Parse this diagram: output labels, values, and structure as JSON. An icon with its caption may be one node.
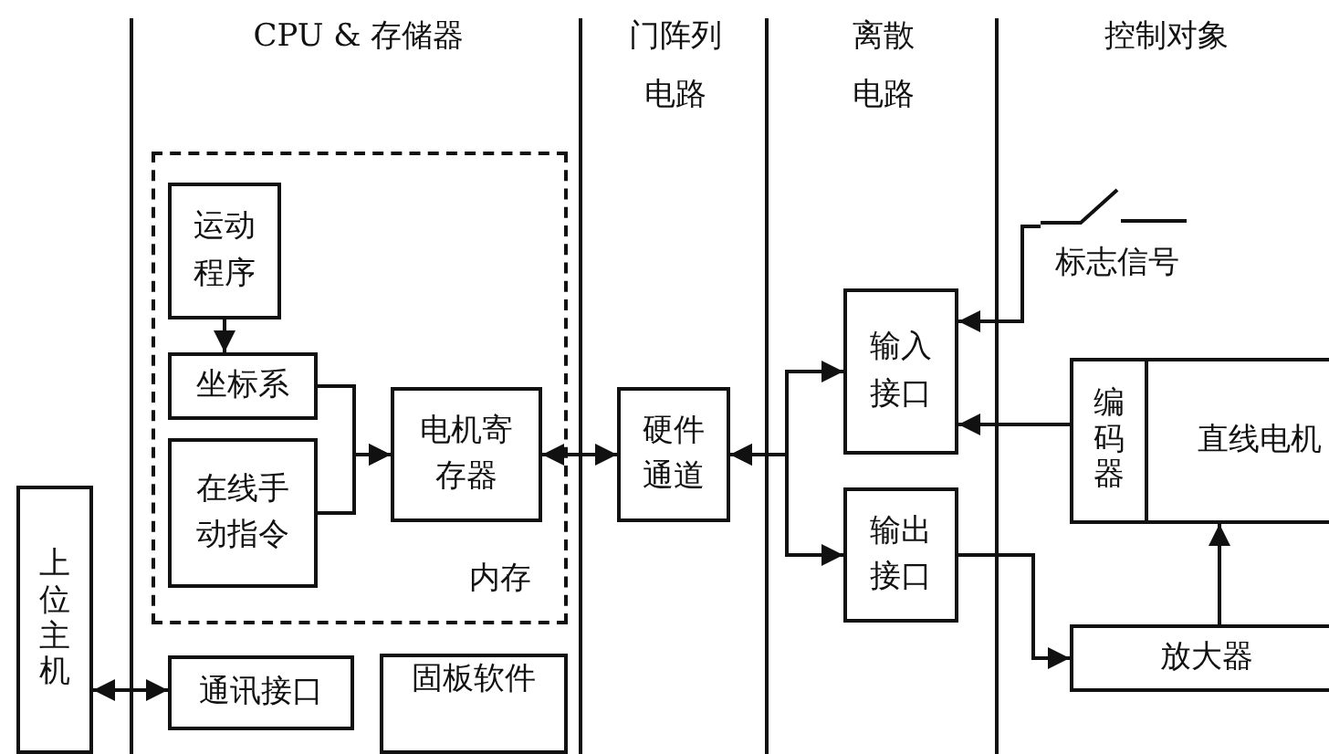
{
  "diagram": {
    "nodes": [
      {
        "text": [
          "内存"
        ]
      },
      {
        "text": [
          "运动程序"
        ],
        "in": 0
      },
      {
        "text": [
          "坐标系"
        ],
        "in": 0
      },
      {
        "text": [
          "在线手动指令"
        ],
        "in": 0
      },
      {
        "text": [
          "电机寄存器"
        ],
        "in": 0
      },
      {
        "text": [
          "上位主机"
        ]
      },
      {
        "text": [
          "通讯接口"
        ]
      },
      {
        "text": [
          "固板软件"
        ]
      },
      {
        "text": [
          "硬件通道"
        ]
      },
      {
        "text": [
          "输入接口"
        ]
      },
      {
        "text": [
          "输出接口"
        ]
      },
      {
        "text": [
          "标志信号"
        ]
      },
      {
        "text": [
          "直线电机"
        ]
      },
      {
        "text": [
          "编码器"
        ],
        "in": 12
      },
      {
        "text": [
          "放大器"
        ]
      }
    ],
    "edges": [
      {
        "from": 1,
        "to": 2,
        "arrow": "to"
      },
      {
        "from": 2,
        "to": 4,
        "arrow": "to"
      },
      {
        "from": 3,
        "to": 4,
        "arrow": "to"
      },
      {
        "from": 4,
        "to": 8,
        "arrow": "both"
      },
      {
        "from": 8,
        "to": 9,
        "arrow": "both"
      },
      {
        "from": 8,
        "to": 10,
        "arrow": "both"
      },
      {
        "from": 11,
        "to": 9,
        "arrow": "to"
      },
      {
        "from": 13,
        "to": 9,
        "arrow": "to"
      },
      {
        "from": 10,
        "to": 14,
        "arrow": "to"
      },
      {
        "from": 14,
        "to": 12,
        "arrow": "to"
      },
      {
        "from": 5,
        "to": 6,
        "arrow": "both"
      }
    ],
    "labels": [
      "CPU & 存储器",
      "门阵列电路",
      "离散电路",
      "控制对象"
    ]
  }
}
